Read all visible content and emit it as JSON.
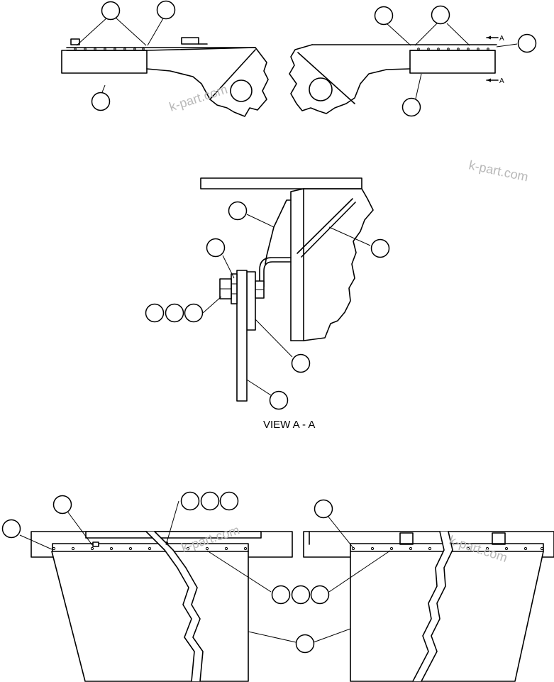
{
  "view_label": "VIEW  A - A",
  "section_marker": "A",
  "watermark": "k-part.com",
  "colors": {
    "line": "#000000",
    "watermark": "#b8b8b8",
    "background": "#ffffff"
  }
}
